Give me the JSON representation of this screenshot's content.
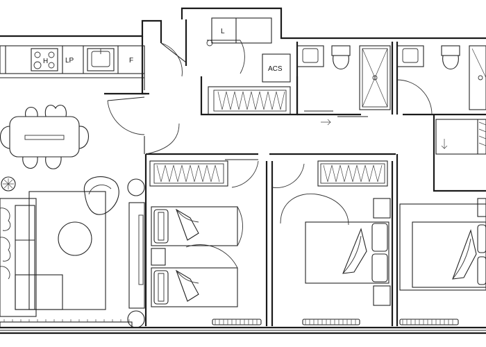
{
  "labels": {
    "hob": "H",
    "dishwasher": "LP",
    "fridge": "F",
    "laundry": "L",
    "water_heater": "ACS"
  },
  "colors": {
    "line": "#1a1a1a",
    "background": "#ffffff"
  }
}
